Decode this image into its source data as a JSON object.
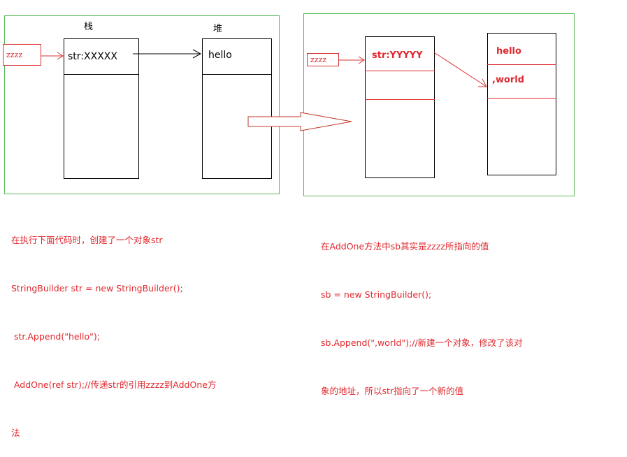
{
  "left": {
    "stack_label": "栈",
    "heap_label": "堆",
    "ref_label": "zzzz",
    "stack_cell": "str:XXXXX",
    "heap_cell": "hello",
    "caption": [
      "在执行下面代码时，创建了一个对象str",
      "StringBuilder str = new StringBuilder();",
      " str.Append(\"hello\");",
      " AddOne(ref str);//传递str的引用zzzz到AddOne方",
      "法"
    ]
  },
  "right": {
    "ref_label": "zzzz",
    "stack_cell": "str:YYYYY",
    "heap_cells": [
      "hello",
      ",world"
    ],
    "caption": [
      "在AddOne方法中sb其实是zzzz所指向的值",
      "sb = new StringBuilder();",
      "sb.Append(\",world\");//新建一个对象，修改了该对",
      "象的地址，所以str指向了一个新的值"
    ]
  },
  "colors": {
    "panel_border": "#5bb85b",
    "accent_red": "#e0282e",
    "ink": "#000000"
  }
}
